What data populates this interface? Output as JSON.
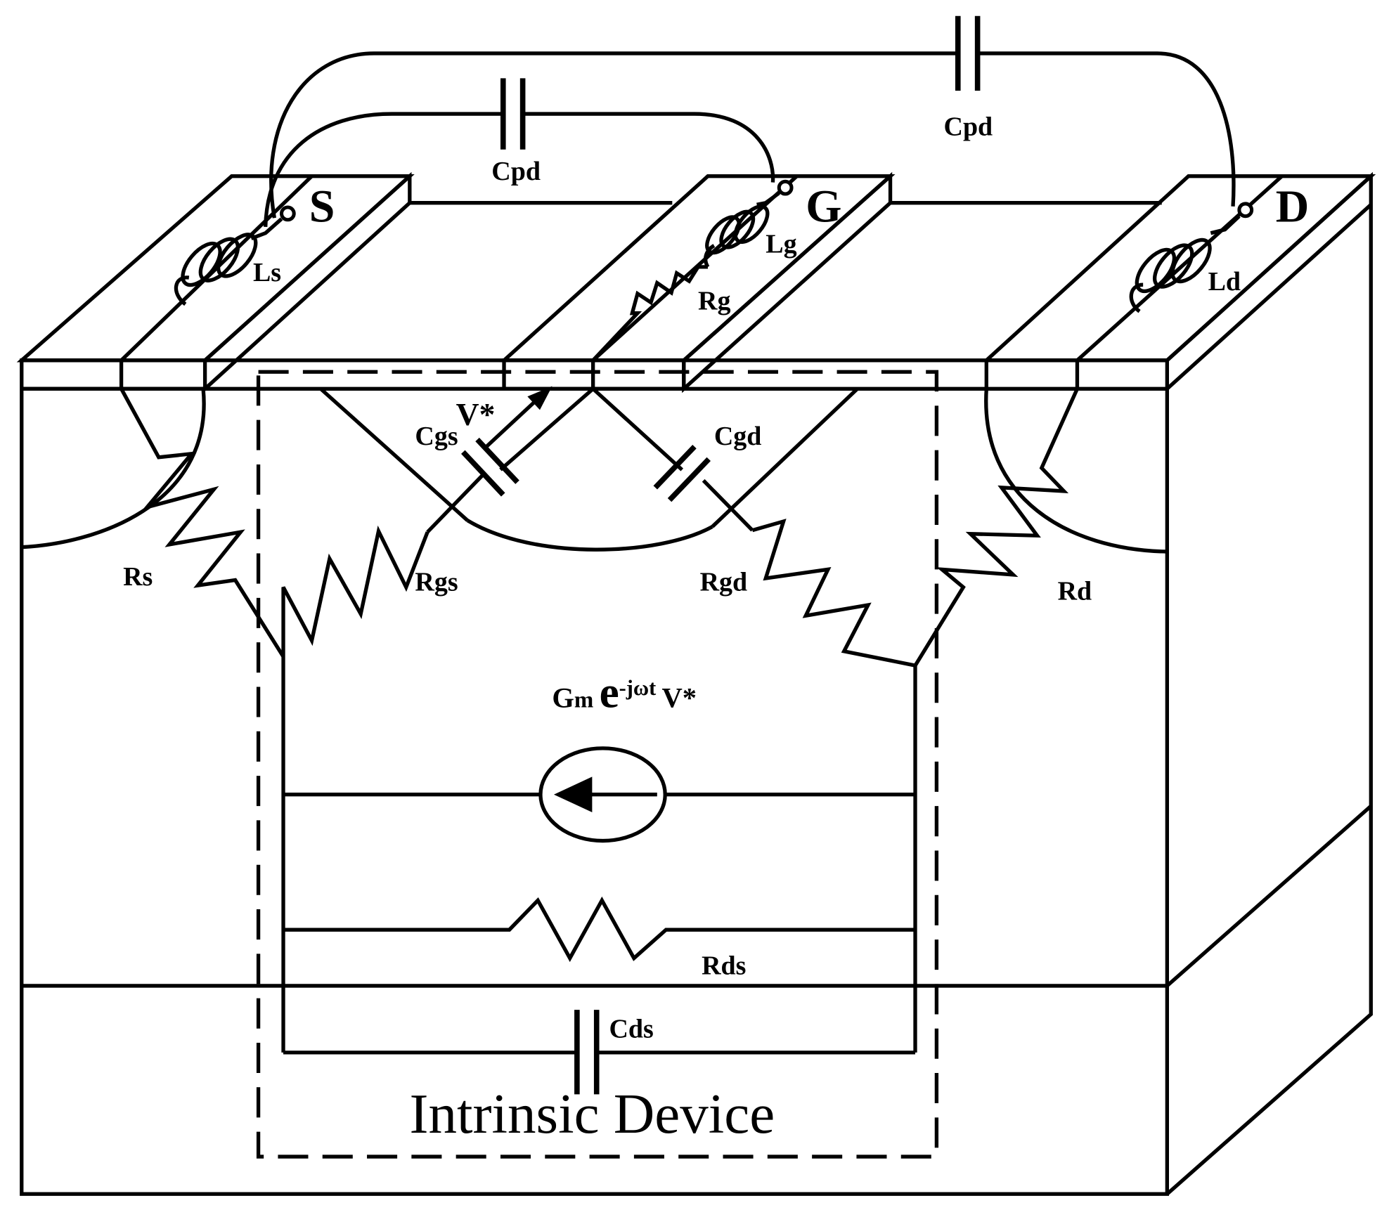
{
  "terminals": {
    "source": "S",
    "gate": "G",
    "drain": "D"
  },
  "labels": {
    "cpd_outer": "Cpd",
    "cpd_inner": "Cpd",
    "ls": "Ls",
    "lg": "Lg",
    "ld": "Ld",
    "rg": "Rg",
    "vstar": "V*",
    "cgs": "Cgs",
    "cgd": "Cgd",
    "rs": "Rs",
    "rgs": "Rgs",
    "rgd": "Rgd",
    "rd": "Rd",
    "rds": "Rds",
    "cds": "Cds"
  },
  "gm": {
    "g": "G",
    "m": "m",
    "e": "e",
    "exp": "-jωt",
    "v": "V*"
  },
  "region_label": "Intrinsic Device"
}
